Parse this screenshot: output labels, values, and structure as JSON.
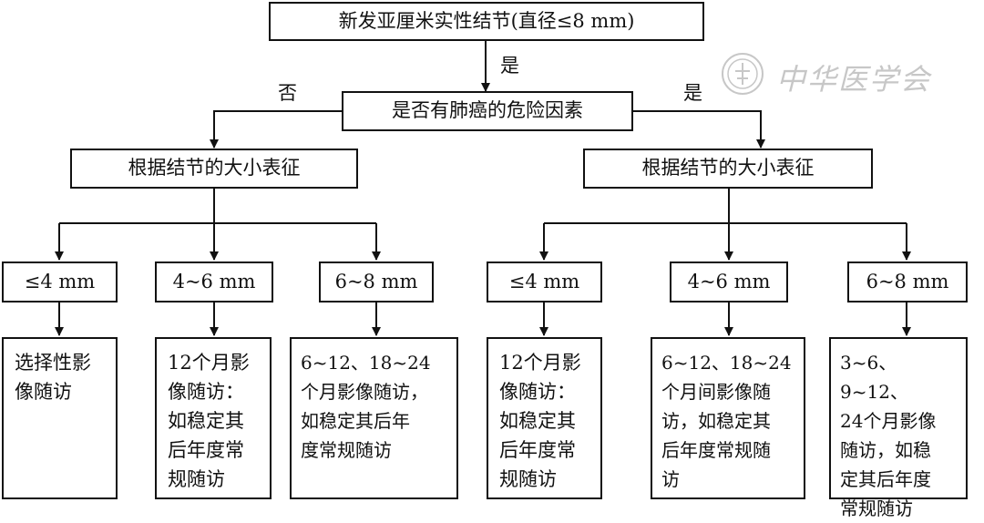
{
  "root": "新发亚厘米实性结节(直径≤8 mm)",
  "root_edge_label": "是",
  "risk_question": "是否有肺癌的危险因素",
  "branch_no_label": "否",
  "branch_yes_label": "是",
  "left_branch": {
    "classify": "根据结节的大小表征",
    "sizes": [
      "≤4 mm",
      "4~6 mm",
      "6~8 mm"
    ],
    "recommendations": [
      "选择性影\n像随访",
      "12个月影\n像随访：\n如稳定其\n后年度常\n规随访",
      "6~12、18~24\n个月影像随访，\n如稳定其后年\n度常规随访"
    ]
  },
  "right_branch": {
    "classify": "根据结节的大小表征",
    "sizes": [
      "≤4 mm",
      "4~6 mm",
      "6~8 mm"
    ],
    "recommendations": [
      "12个月影\n像随访：\n如稳定其\n后年度常\n规随访",
      "6~12、18~24\n个月间影像随\n访，如稳定其\n后年度常规随\n访",
      "3~6、9~12、\n24个月影像\n随访，如稳\n定其后年度\n常规随访"
    ]
  },
  "watermark": "中华医学会"
}
